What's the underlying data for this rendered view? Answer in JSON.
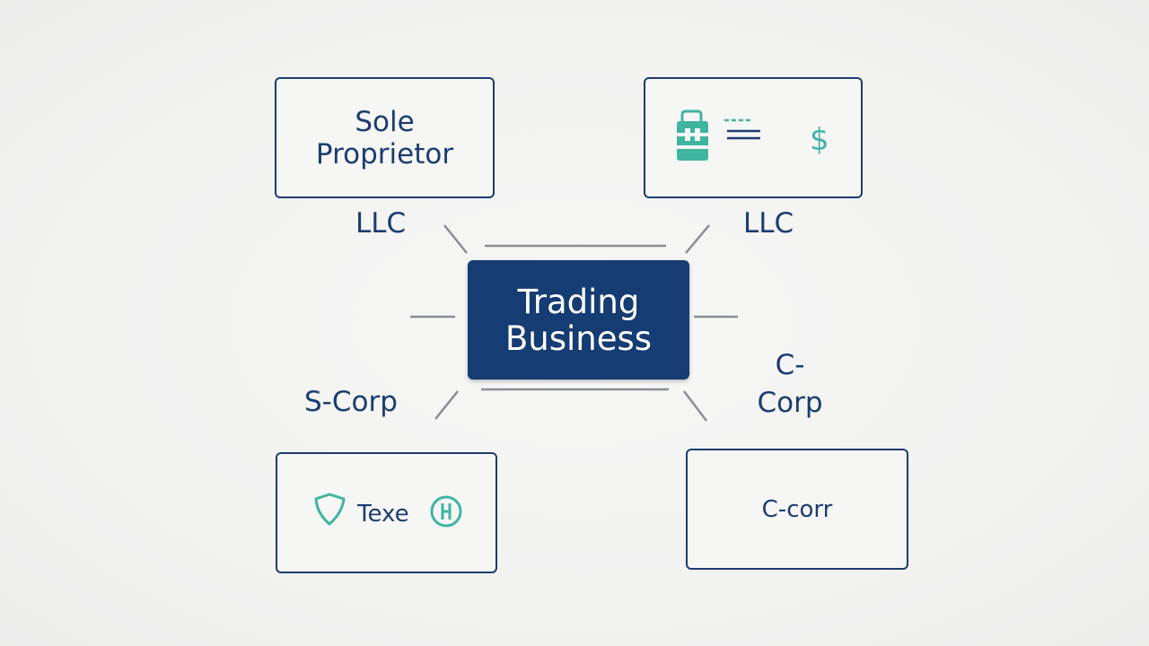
{
  "diagram": {
    "center": {
      "line1": "Trading",
      "line2": "Business"
    },
    "boxes": {
      "top_left": {
        "line1": "Sole",
        "line2": "Proprietor"
      },
      "top_right": {
        "icons": [
          "briefcase-icon",
          "text-lines-icon",
          "dollar-icon"
        ],
        "dollar_glyph": "$"
      },
      "bottom_left": {
        "icons": [
          "shield-icon",
          "clock-icon"
        ],
        "text": "Texe"
      },
      "bottom_right": {
        "text": "C-corr"
      }
    },
    "labels": {
      "top_left": "LLC",
      "top_right": "LLC",
      "bottom_left": "S-Corp",
      "bottom_right_line1": "C-",
      "bottom_right_line2": "Corp"
    },
    "colors": {
      "navy": "#1c3d6e",
      "center_fill": "#153c73",
      "teal": "#3fb5a0",
      "connector": "#8a8f96"
    }
  }
}
